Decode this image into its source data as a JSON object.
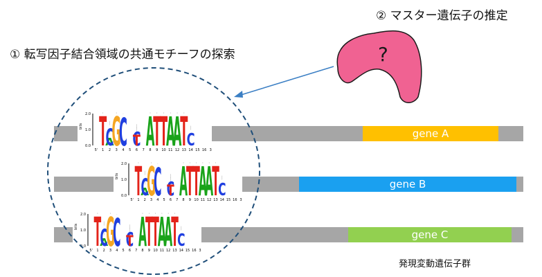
{
  "labels": {
    "motif_search": "① 転写因子結合領域の共通モチーフの探索",
    "master_gene": "② マスター遺伝子の推定",
    "unknown_mark": "?",
    "caption": "発現変動遺伝子群"
  },
  "genes": [
    {
      "name": "gene A",
      "color": "#ffc000"
    },
    {
      "name": "gene B",
      "color": "#1aa0f0"
    },
    {
      "name": "gene C",
      "color": "#92d050"
    }
  ],
  "colors": {
    "track": "#a6a6a6",
    "blob": "#f06292",
    "circle": "#1f4e79",
    "arrow": "#3b7fc4"
  },
  "motif_logo": {
    "y_ticks": [
      "0.0",
      "1.0",
      "2.0"
    ],
    "y_label": "bits",
    "positions": [
      "5'",
      "1",
      "2",
      "3",
      "4",
      "5",
      "6",
      "7",
      "8",
      "9",
      "10",
      "11",
      "12",
      "13",
      "14",
      "15",
      "16",
      "3'"
    ],
    "letters": [
      "T",
      "A",
      "C",
      "G",
      "C",
      "C",
      "T",
      "A",
      "T",
      "T",
      "A",
      "A",
      "T",
      "C"
    ]
  }
}
